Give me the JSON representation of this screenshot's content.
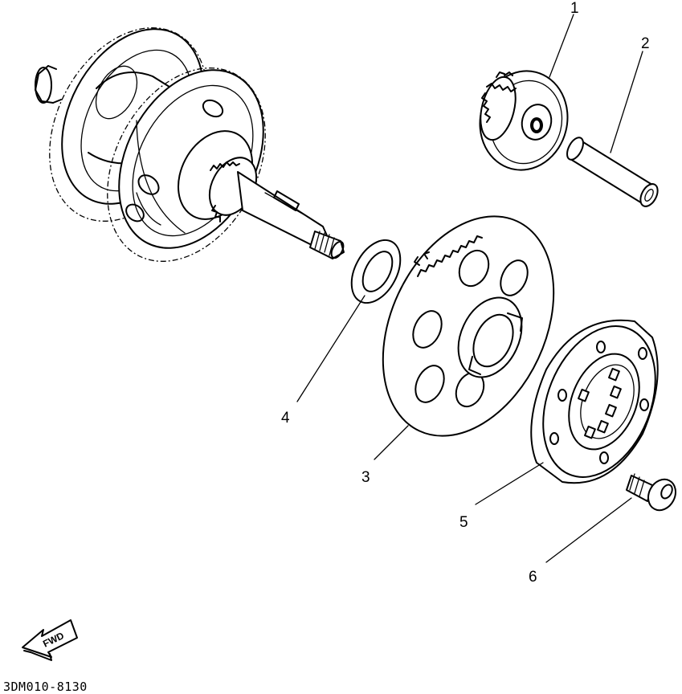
{
  "diagram": {
    "callouts": [
      {
        "id": "1",
        "label": "1"
      },
      {
        "id": "2",
        "label": "2"
      },
      {
        "id": "3",
        "label": "3"
      },
      {
        "id": "4",
        "label": "4"
      },
      {
        "id": "5",
        "label": "5"
      },
      {
        "id": "6",
        "label": "6"
      }
    ],
    "direction_marker": {
      "label": "FWD"
    },
    "drawing_code": "3DM010-8130"
  }
}
